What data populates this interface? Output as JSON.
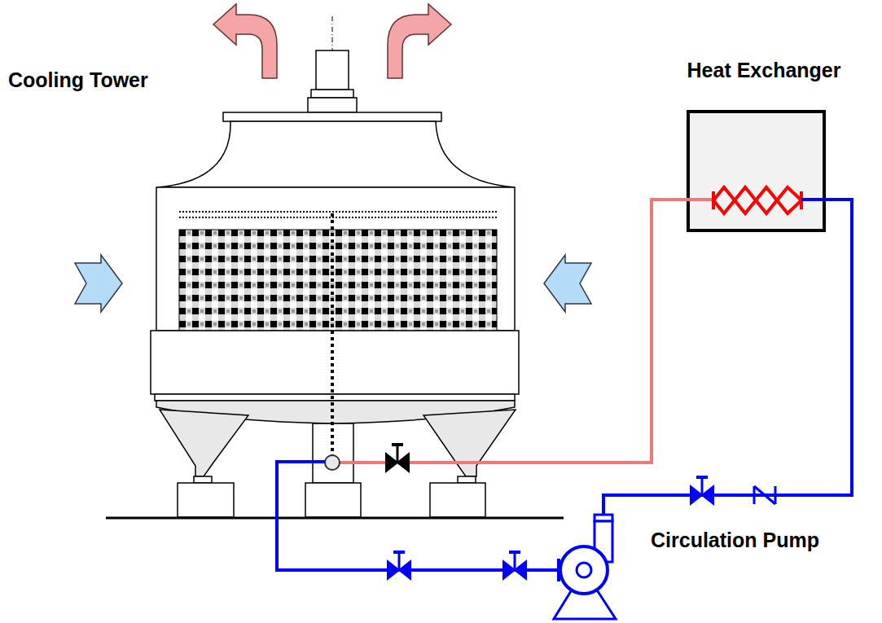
{
  "diagram": {
    "nodes": [
      {
        "text": [
          "Heat Exchanger"
        ]
      }
    ],
    "labels": [
      "Cooling Tower",
      "Circulation Pump"
    ]
  }
}
